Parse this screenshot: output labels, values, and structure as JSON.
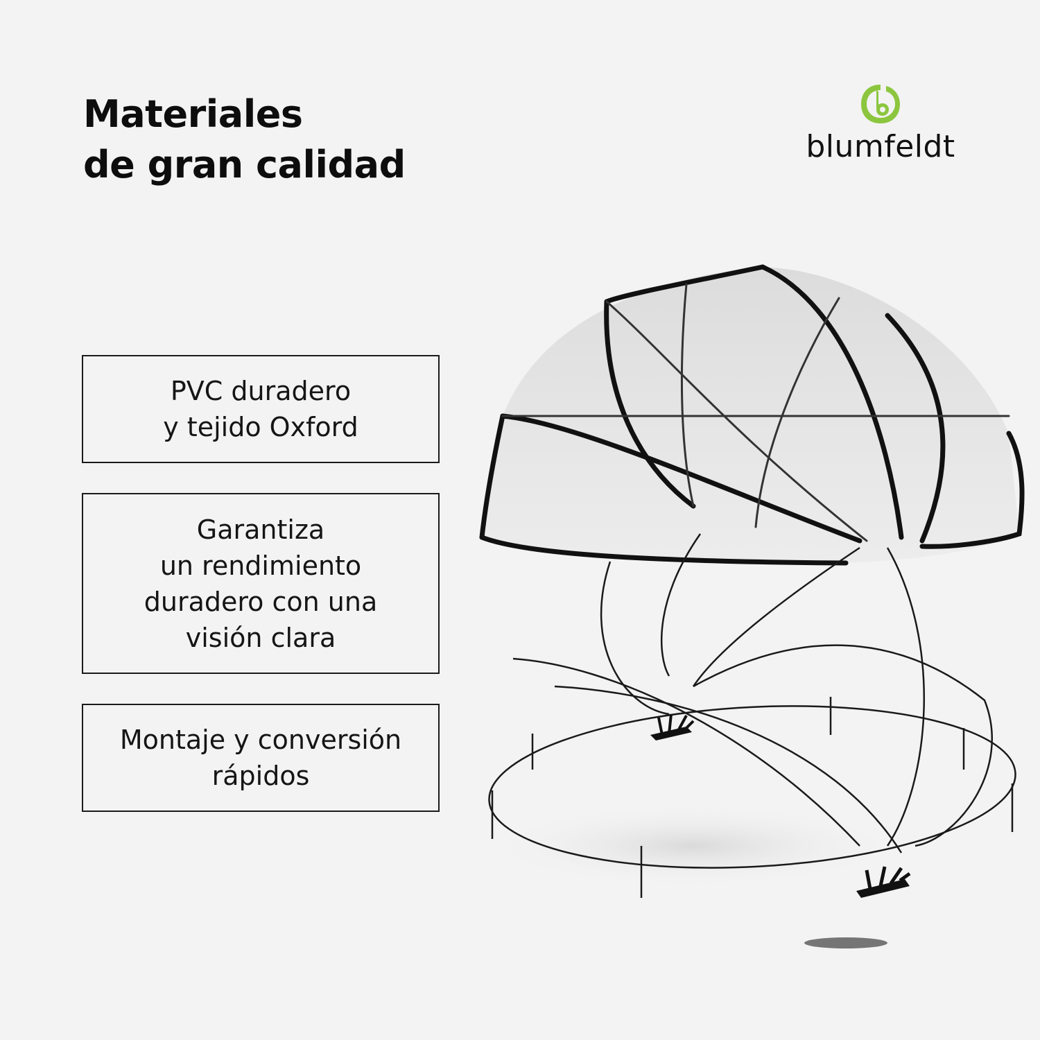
{
  "headline": {
    "line1": "Materiales",
    "line2": "de gran calidad"
  },
  "brand": {
    "name": "blumfeldt",
    "logo_icon": "leaf-b-icon",
    "accent_color": "#8cc63f"
  },
  "features": [
    {
      "text": "PVC duradero\ny tejido Oxford"
    },
    {
      "text": "Garantiza\nun rendimiento\nduradero con una\nvisión clara"
    },
    {
      "text": "Montaje y conversión\nrápidos"
    }
  ],
  "product_image": {
    "icon": "pool-dome-exploded-illustration"
  }
}
